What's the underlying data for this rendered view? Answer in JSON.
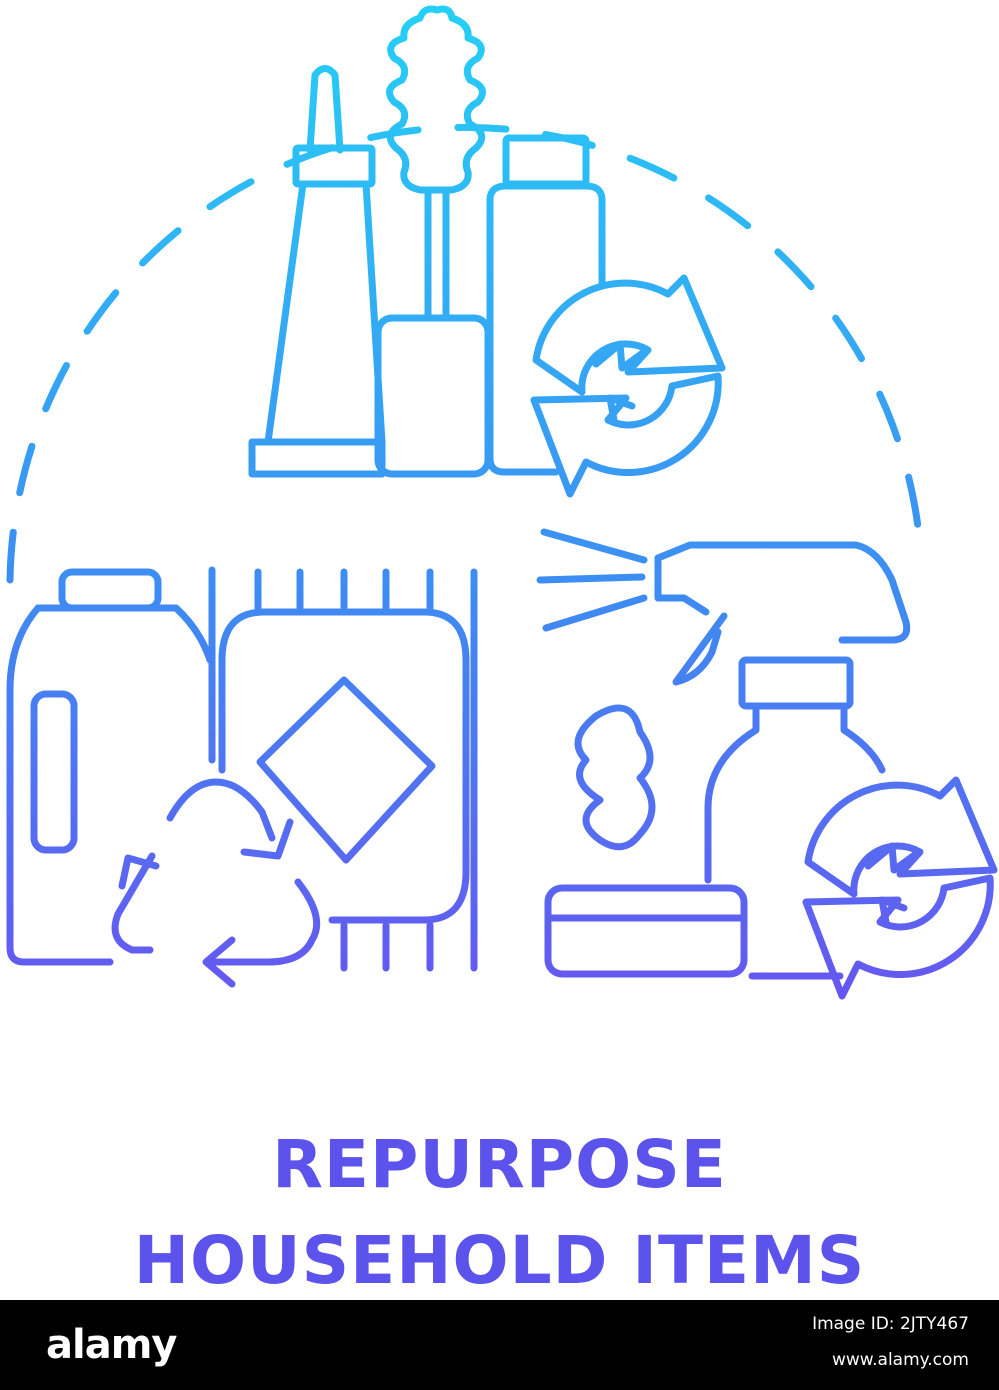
{
  "illustration": {
    "colors": {
      "gradient_start": "#25d0f6",
      "gradient_mid": "#3d8df2",
      "gradient_end": "#6c4ff0"
    },
    "icons": [
      "dashed-arc-icon",
      "glue-tube-icon",
      "mascara-icon",
      "cosmetic-bottle-icon",
      "refresh-arrows-icon",
      "detergent-jug-icon",
      "rug-icon",
      "recycle-icon",
      "spray-bottle-icon",
      "bubbles-icon",
      "sponge-icon"
    ]
  },
  "title": {
    "line1": "REPURPOSE",
    "line2": "HOUSEHOLD ITEMS",
    "color": "#5b53ec"
  },
  "footer": {
    "brand": "alamy",
    "image_id": "Image ID: 2JTY467",
    "site": "www.alamy.com",
    "background": "#000000"
  }
}
